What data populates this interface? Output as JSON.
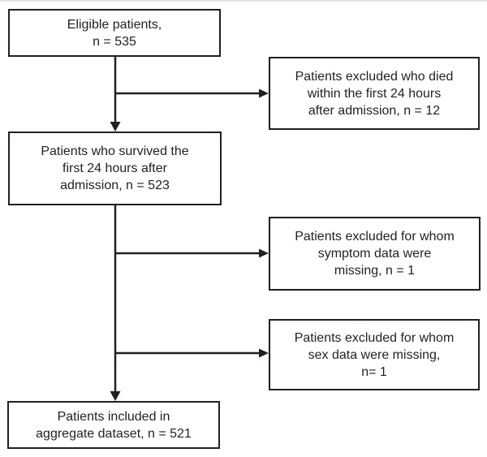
{
  "diagram": {
    "kind": "patient-flow-diagram",
    "colors": {
      "background": "#ffffff",
      "line": "#231f20",
      "box_border": "#231f20",
      "text": "#231f20"
    },
    "nodes": {
      "eligible": {
        "n": 535,
        "text": "Eligible patients,\nn = 535"
      },
      "died": {
        "n": 12,
        "text": "Patients excluded who died\nwithin the first 24 hours\nafter admission, n = 12"
      },
      "survived": {
        "n": 523,
        "text": "Patients who survived the\nfirst 24 hours after\nadmission, n = 523"
      },
      "symptom": {
        "n": 1,
        "text": "Patients excluded for whom\nsymptom data were\nmissing, n = 1"
      },
      "sex": {
        "n": 1,
        "text": "Patients excluded for whom\nsex data were missing,\nn= 1"
      },
      "included": {
        "n": 521,
        "text": "Patients included in\naggregate dataset, n = 521"
      }
    }
  }
}
